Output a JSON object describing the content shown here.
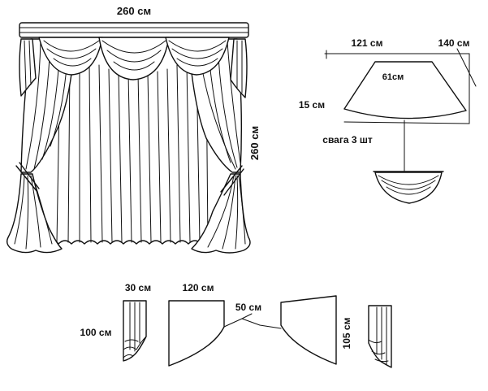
{
  "main_view": {
    "width_label": "260 см",
    "height_label": "260 см"
  },
  "swag_pattern": {
    "top_width_label": "121 см",
    "bottom_width_label": "140 см",
    "depth_label": "61см",
    "side_label": "15 см",
    "count_label": "свага 3 шт"
  },
  "jabot_left": {
    "width_label": "30 см",
    "height_label": "100 см"
  },
  "curtain_panels": {
    "width_label": "120 см",
    "gap_label": "50 см",
    "height_label": "105 см"
  }
}
